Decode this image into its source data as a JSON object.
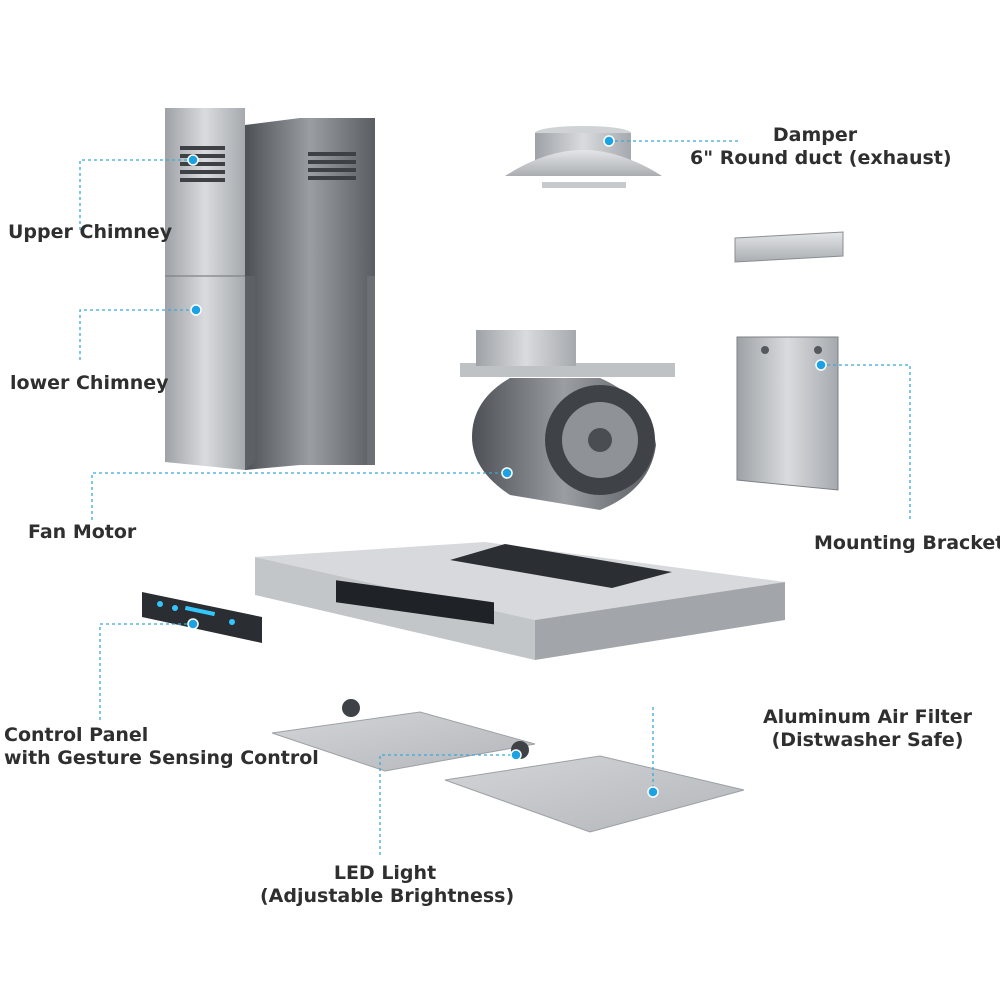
{
  "labels": {
    "damper": {
      "line1": "Damper",
      "line2": "6\" Round duct (exhaust)"
    },
    "upper_chimney": "Upper Chimney",
    "lower_chimney": "lower Chimney",
    "fan_motor": "Fan Motor",
    "mounting_bracket": "Mounting Bracket",
    "control_panel": {
      "line1": "Control Panel",
      "line2": "with Gesture Sensing Control"
    },
    "aluminum_filter": {
      "line1": "Aluminum Air Filter",
      "line2": "(Distwasher Safe)"
    },
    "led_light": {
      "line1": "LED Light",
      "line2": "(Adjustable Brightness)"
    }
  },
  "colors": {
    "callout": "#3aa8dc",
    "text": "#2f2f2f",
    "steel": "#b9bcc0"
  }
}
